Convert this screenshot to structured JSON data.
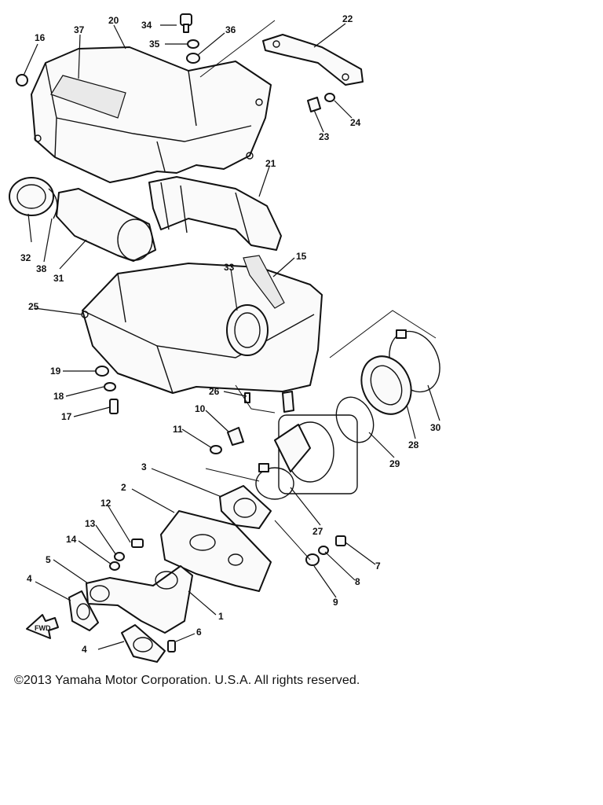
{
  "diagram": {
    "callouts": {
      "c1": "1",
      "c2": "2",
      "c3": "3",
      "c4a": "4",
      "c4b": "4",
      "c5": "5",
      "c6": "6",
      "c7": "7",
      "c8": "8",
      "c9": "9",
      "c10": "10",
      "c11": "11",
      "c12": "12",
      "c13": "13",
      "c14": "14",
      "c15": "15",
      "c16": "16",
      "c17": "17",
      "c18": "18",
      "c19": "19",
      "c20": "20",
      "c21": "21",
      "c22": "22",
      "c23": "23",
      "c24": "24",
      "c25": "25",
      "c26": "26",
      "c27": "27",
      "c28": "28",
      "c29": "29",
      "c30": "30",
      "c31": "31",
      "c32": "32",
      "c33": "33",
      "c34": "34",
      "c35": "35",
      "c36": "36",
      "c37": "37",
      "c38": "38"
    },
    "fwd_marker": "FWD"
  },
  "footer": {
    "copyright": "©2013 Yamaha Motor Corporation. U.S.A. All rights reserved."
  }
}
